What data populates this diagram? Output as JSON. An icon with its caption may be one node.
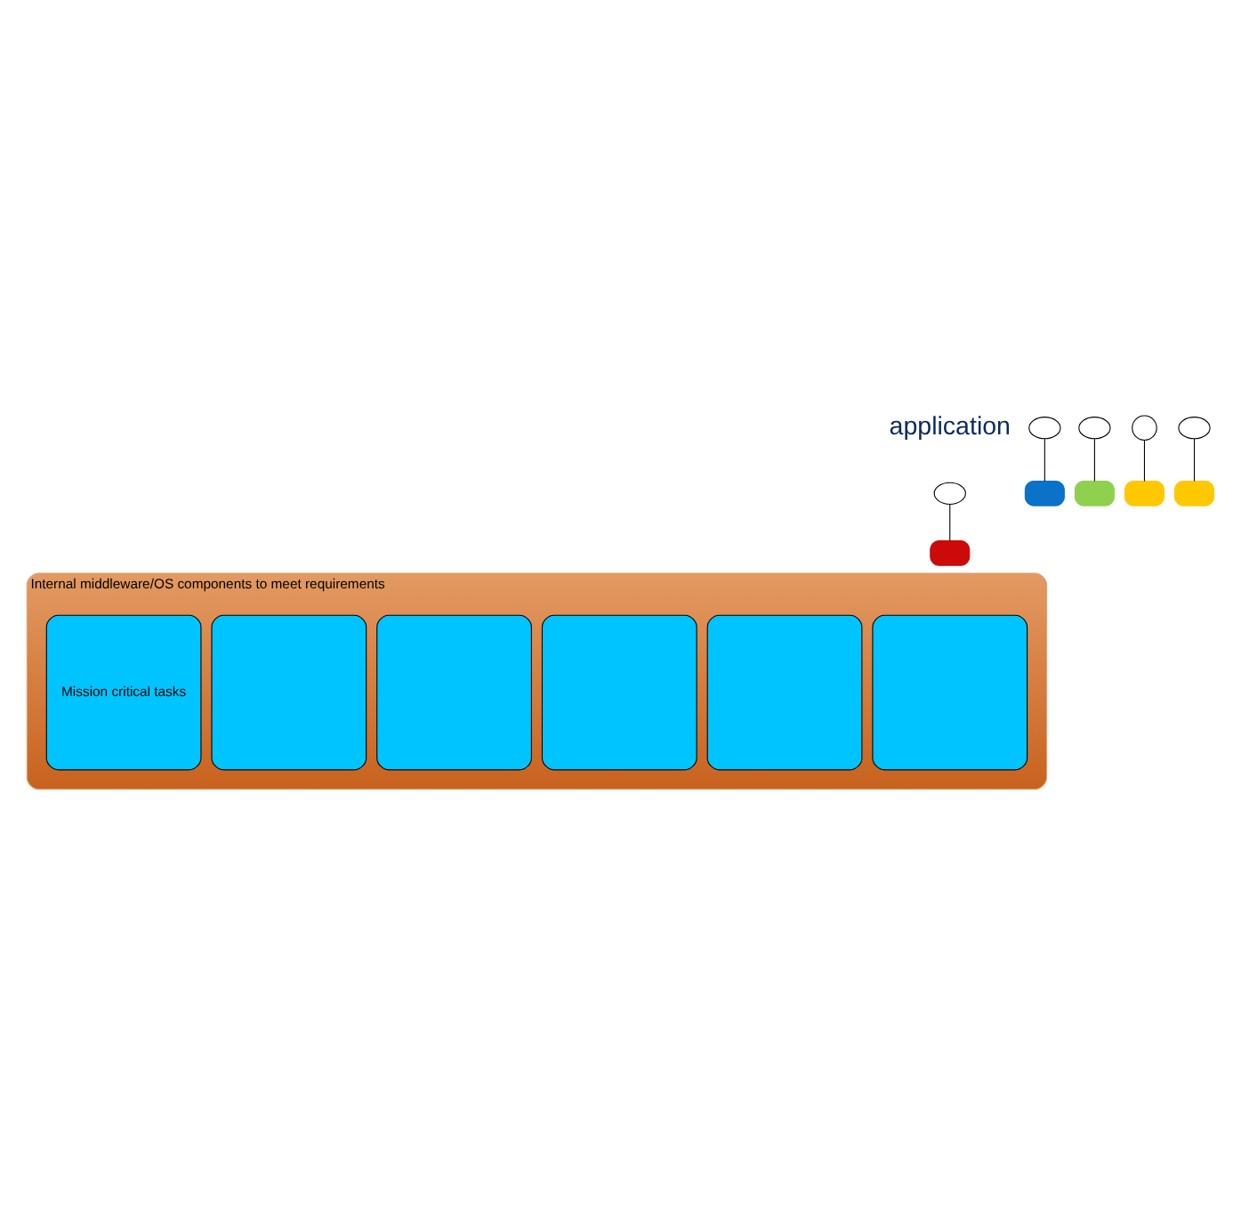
{
  "diagram": {
    "nodes": [
      {
        "text": [],
        "shape": "socket"
      },
      {
        "text": [],
        "shape": "socket"
      },
      {
        "text": [],
        "shape": "socket"
      },
      {
        "text": [],
        "shape": "circle"
      },
      {
        "text": [],
        "shape": "socket"
      },
      {
        "text": [],
        "shape": "box"
      },
      {
        "text": [],
        "shape": "box"
      },
      {
        "text": [],
        "shape": "box"
      },
      {
        "text": [],
        "shape": "box"
      },
      {
        "text": [],
        "shape": "box"
      },
      {
        "text": [
          "Internal middleware/OS components to meet requirements"
        ]
      },
      {
        "text": [],
        "shape": "box",
        "in": 10
      },
      {
        "text": [],
        "shape": "box",
        "in": 10
      },
      {
        "text": [],
        "shape": "box",
        "in": 10
      },
      {
        "text": [],
        "shape": "box",
        "in": 10
      },
      {
        "text": [],
        "shape": "box",
        "in": 10
      },
      {
        "text": [
          "Mission critical tasks"
        ],
        "in": 10
      }
    ],
    "edges": [
      {
        "from": 0,
        "to": 5,
        "arrow": "none"
      },
      {
        "from": 1,
        "to": 6,
        "arrow": "none"
      },
      {
        "from": 2,
        "to": 7,
        "arrow": "none"
      },
      {
        "from": 3,
        "to": 8,
        "arrow": "none"
      },
      {
        "from": 4,
        "to": 9,
        "arrow": "none"
      }
    ],
    "labels": [
      "application"
    ]
  }
}
